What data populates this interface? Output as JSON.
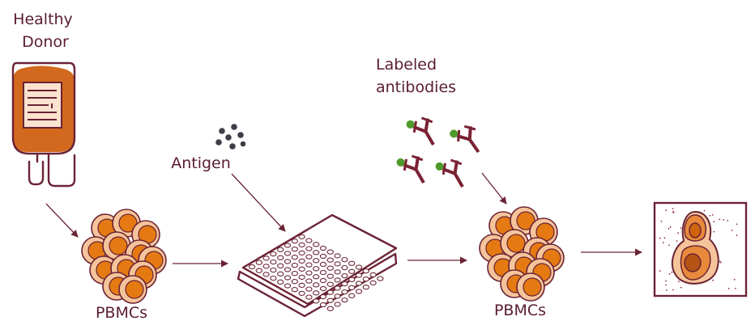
{
  "labels": {
    "donor_line1": "Healthy",
    "donor_line2": "Donor",
    "antigen": "Antigen",
    "antibodies_line1": "Labeled",
    "antibodies_line2": "antibodies",
    "pbmcs_left": "PBMCs",
    "pbmcs_right": "PBMCs"
  },
  "colors": {
    "text": "#5a1d2e",
    "outline": "#6b2335",
    "blood": "#d2691e",
    "cell_outer": "#f6c49a",
    "cell_inner": "#e57a12",
    "antigen_dots": "#3e3e48",
    "fluorophore": "#4e9a2a"
  },
  "icons": [
    "blood-bag-icon",
    "pbmc-cluster-icon",
    "antigen-particles-icon",
    "well-plate-icon",
    "antibody-icon",
    "flow-cytometry-plot-icon",
    "arrow-icon"
  ]
}
